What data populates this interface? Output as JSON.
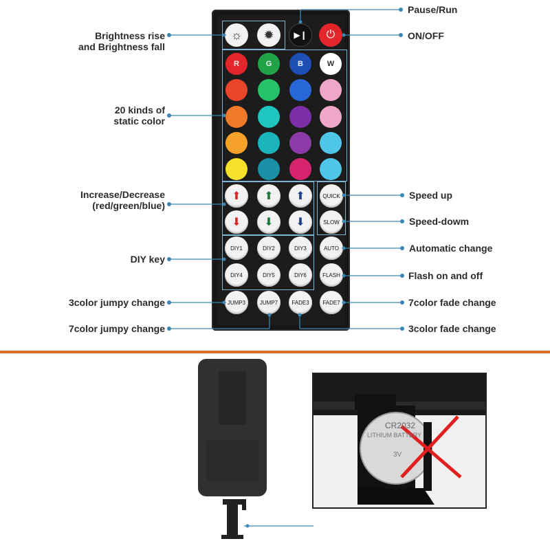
{
  "annotations": {
    "pause_run": "Pause/Run",
    "on_off": "ON/OFF",
    "brightness_line1": "Brightness rise",
    "brightness_line2": "and Brightness fall",
    "static_color_line1": "20 kinds of",
    "static_color_line2": "static color",
    "increase_decrease_line1": "Increase/Decrease",
    "increase_decrease_line2": "(red/green/blue)",
    "speed_up": "Speed up",
    "speed_down": "Speed-dowm",
    "diy_key": "DIY key",
    "automatic_change": "Automatic change",
    "flash_on_off": "Flash on and off",
    "jumpy3": "3color jumpy change",
    "fade7": "7color fade change",
    "jumpy7": "7color jumpy change",
    "fade3": "3color fade change"
  },
  "remote": {
    "color_letters": [
      "R",
      "G",
      "B",
      "W"
    ],
    "colors": [
      [
        "#e4262c",
        "#22a34a",
        "#1e4fb4",
        "#ffffff"
      ],
      [
        "#e9452a",
        "#27c168",
        "#2767d6",
        "#f0a6c8"
      ],
      [
        "#f07a2a",
        "#1fc6c0",
        "#7c2fa9",
        "#f0a6c8"
      ],
      [
        "#f6a12a",
        "#1bb4ba",
        "#8b3aa8",
        "#4fc6e8"
      ],
      [
        "#f5e12a",
        "#1b8fa6",
        "#d6246e",
        "#4fc6e8"
      ]
    ],
    "diy_labels": [
      "DIY1",
      "DIY2",
      "DIY3",
      "DIY4",
      "DIY5",
      "DIY6"
    ],
    "quick_label": "QUICK",
    "slow_label": "SLOW",
    "auto_label": "AUTO",
    "flash_label": "FLASH",
    "bottom_labels": [
      "JUMP3",
      "JUMP7",
      "FADE3",
      "FADE7"
    ],
    "arrow_colors": [
      "#d42a2a",
      "#1f7a3a",
      "#1e3f8a"
    ],
    "power_color": "#e4262c"
  },
  "battery": {
    "label_line1": "CR2032",
    "label_line2": "LITHIUM BATTERY",
    "label_line3": "3V",
    "cross_color": "#e02020"
  },
  "accent": {
    "divider": "#e36a21",
    "leader": "#3a86b4"
  }
}
